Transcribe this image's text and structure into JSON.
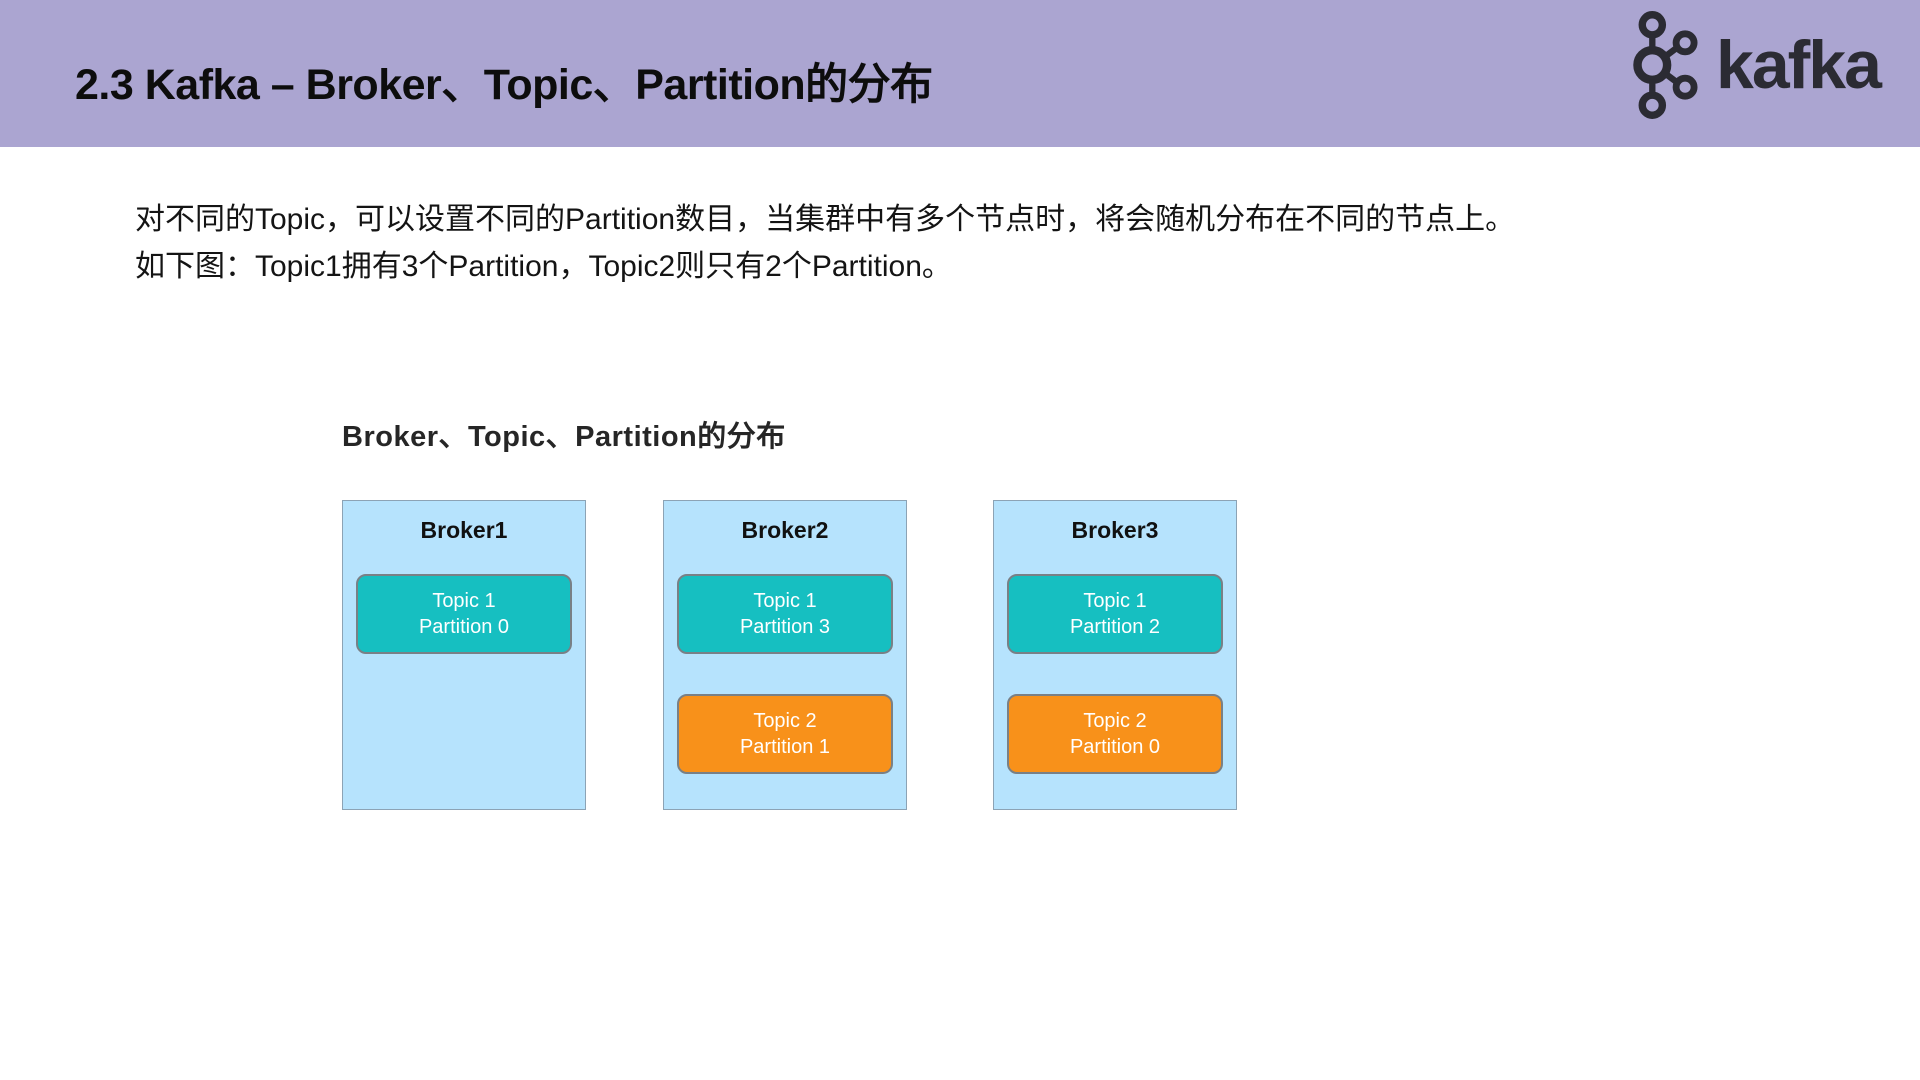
{
  "header": {
    "title": "2.3 Kafka – Broker、Topic、Partition的分布",
    "bg_color": "#aba5d1",
    "logo_text": "kafka",
    "logo_color": "#2b2b33"
  },
  "body": {
    "line1": "对不同的Topic，可以设置不同的Partition数目，当集群中有多个节点时，将会随机分布在不同的节点上。",
    "line2": "如下图：Topic1拥有3个Partition，Topic2则只有2个Partition。"
  },
  "diagram": {
    "title": "Broker、Topic、Partition的分布",
    "colors": {
      "topic1": "#16bfc1",
      "topic2": "#f8911a",
      "broker_fill": "#b6e3fd",
      "broker_border": "#8ca3b5"
    },
    "brokers": [
      {
        "name": "Broker1",
        "partitions": [
          {
            "topic": "Topic 1",
            "partition": "Partition 0",
            "type": "topic1"
          }
        ]
      },
      {
        "name": "Broker2",
        "partitions": [
          {
            "topic": "Topic 1",
            "partition": "Partition 3",
            "type": "topic1"
          },
          {
            "topic": "Topic 2",
            "partition": "Partition 1",
            "type": "topic2"
          }
        ]
      },
      {
        "name": "Broker3",
        "partitions": [
          {
            "topic": "Topic 1",
            "partition": "Partition 2",
            "type": "topic1"
          },
          {
            "topic": "Topic 2",
            "partition": "Partition 0",
            "type": "topic2"
          }
        ]
      }
    ]
  }
}
